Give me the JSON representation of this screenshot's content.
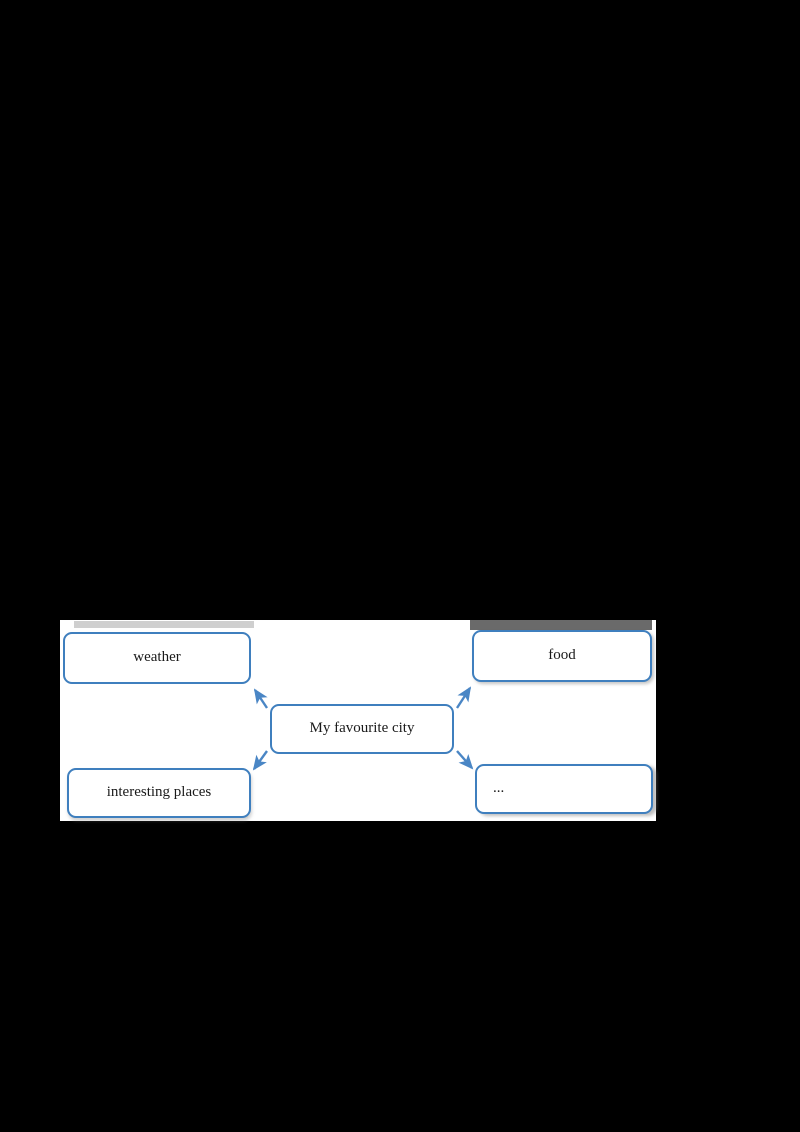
{
  "diagram": {
    "type": "mind-map",
    "title": "My favourite city",
    "center": {
      "id": "center",
      "label": "My favourite city"
    },
    "nodes": [
      {
        "id": "weather",
        "label": "weather",
        "position": "top-left"
      },
      {
        "id": "food",
        "label": "food",
        "position": "top-right"
      },
      {
        "id": "places",
        "label": "interesting places",
        "position": "bottom-left"
      },
      {
        "id": "etc",
        "label": "...",
        "position": "bottom-right"
      }
    ],
    "connections": [
      {
        "from": "center",
        "to": "weather",
        "direction": "up-left",
        "style": "arrow"
      },
      {
        "from": "center",
        "to": "food",
        "direction": "up-right",
        "style": "arrow"
      },
      {
        "from": "center",
        "to": "places",
        "direction": "down-left",
        "style": "arrow"
      },
      {
        "from": "center",
        "to": "etc",
        "direction": "down-right",
        "style": "arrow"
      }
    ],
    "colors": {
      "border": "#3f7fbe",
      "arrow": "#4a86c5",
      "canvas": "#ffffff",
      "page": "#000000",
      "text": "#1a1a1a"
    }
  }
}
